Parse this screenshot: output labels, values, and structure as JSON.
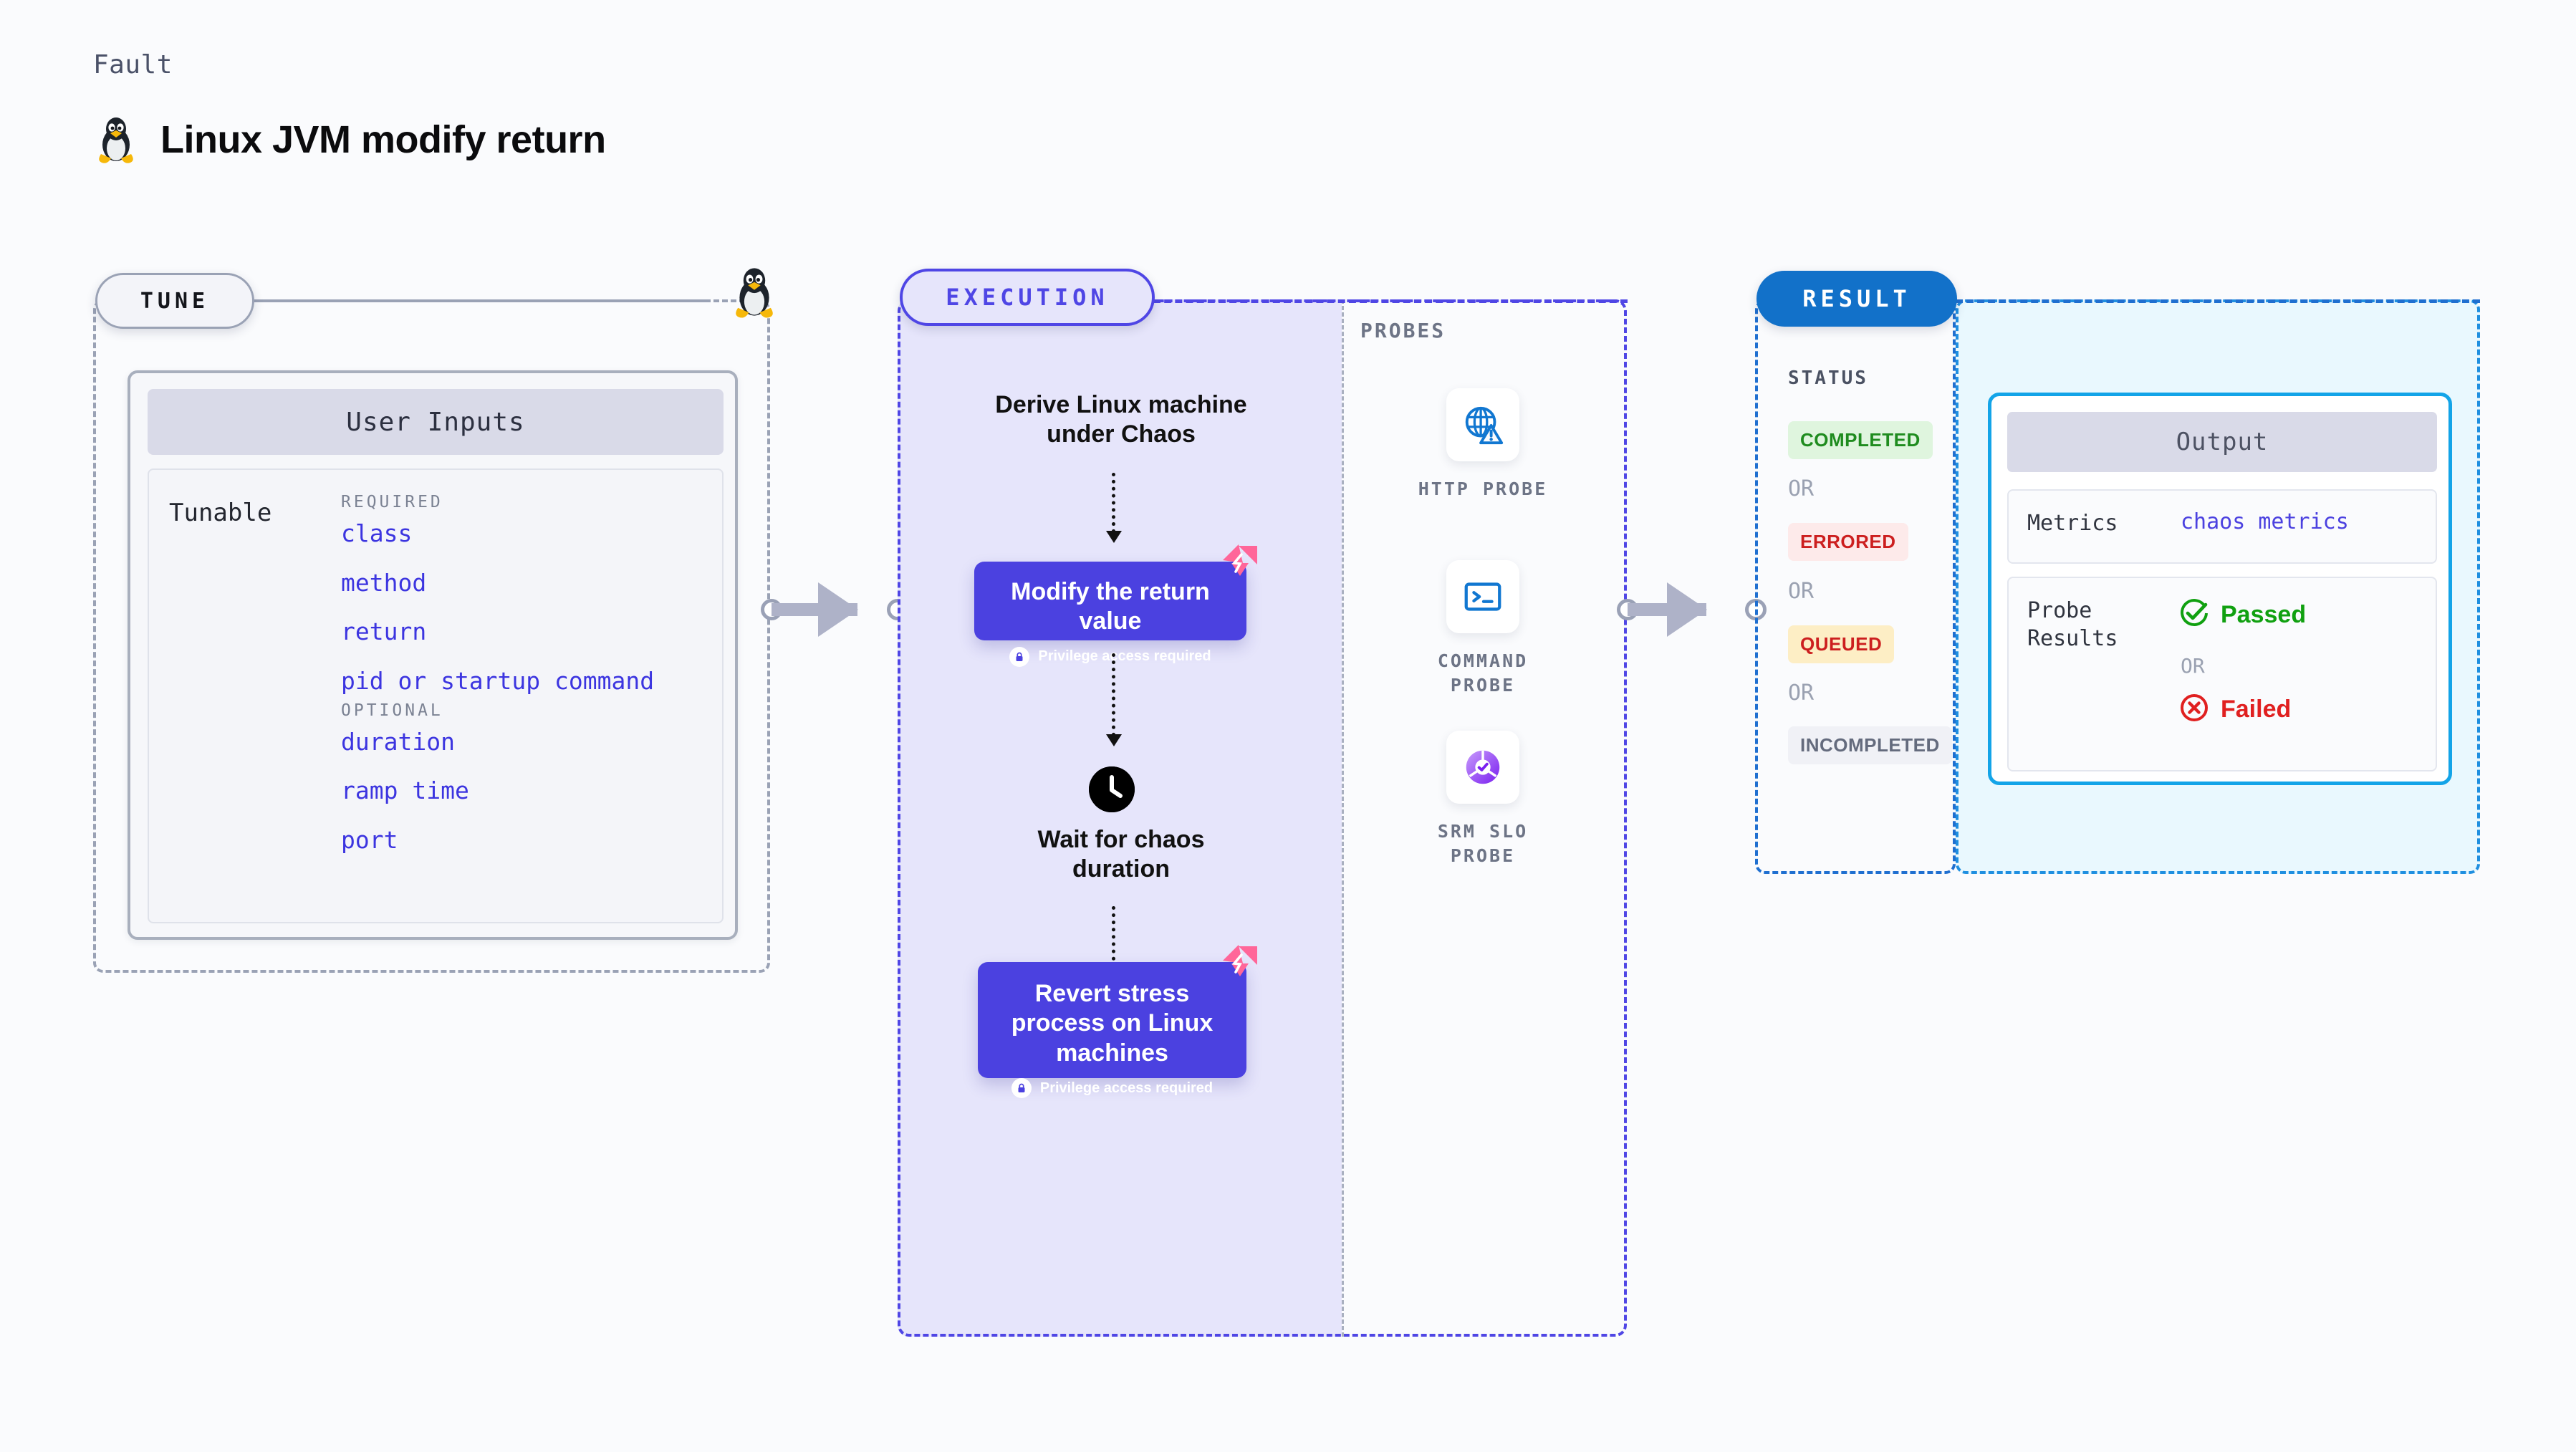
{
  "header": {
    "kicker": "Fault",
    "title": "Linux JVM modify return",
    "icon": "linux-penguin-icon"
  },
  "tune": {
    "pill_label": "TUNE",
    "card_title": "User Inputs",
    "row_label": "Tunable",
    "groups": [
      {
        "heading": "REQUIRED",
        "items": [
          "class",
          "method",
          "return",
          "pid or startup command"
        ]
      },
      {
        "heading": "OPTIONAL",
        "items": [
          "duration",
          "ramp time",
          "port"
        ]
      }
    ]
  },
  "execution": {
    "pill_label": "EXECUTION",
    "step1_text": "Derive Linux machine under Chaos",
    "node1_title": "Modify the return value",
    "node1_note": "Privilege access required",
    "wait_text": "Wait for chaos duration",
    "node2_title": "Revert stress process on Linux machines",
    "node2_note": "Privilege access required",
    "node_color": "#4b41e0",
    "panel_color": "#e6e5fb",
    "badge_icon": "harness-logo-icon",
    "clock_icon": "clock-icon",
    "lock_icon": "lock-icon"
  },
  "probes": {
    "title": "PROBES",
    "items": [
      {
        "label": "HTTP PROBE",
        "icon": "globe-warning-icon"
      },
      {
        "label": "COMMAND PROBE",
        "icon": "terminal-icon"
      },
      {
        "label": "SRM SLO PROBE",
        "icon": "slo-check-icon"
      }
    ]
  },
  "result": {
    "pill_label": "RESULT",
    "status_title": "STATUS",
    "or_label": "OR",
    "statuses": [
      {
        "label": "COMPLETED",
        "bg": "#dff5de",
        "fg": "#1f8c1f"
      },
      {
        "label": "ERRORED",
        "bg": "#fdeaea",
        "fg": "#cc1f1f"
      },
      {
        "label": "QUEUED",
        "bg": "#fdeec5",
        "fg": "#cc1f1f"
      },
      {
        "label": "INCOMPLETED",
        "bg": "#f0f1f6",
        "fg": "#646b7d"
      }
    ]
  },
  "output": {
    "card_title": "Output",
    "metrics_key": "Metrics",
    "metrics_value": "chaos metrics",
    "probe_results_key": "Probe Results",
    "passed_label": "Passed",
    "failed_label": "Failed",
    "or_label": "OR",
    "passed_color": "#10a010",
    "failed_color": "#e02020",
    "accent_color": "#13a4e8"
  }
}
